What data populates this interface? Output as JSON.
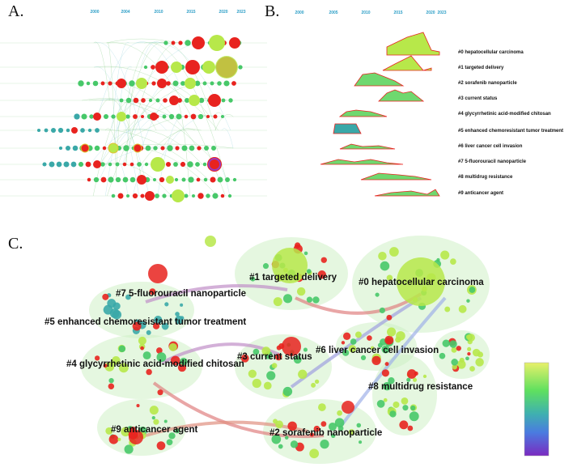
{
  "panels": {
    "a": {
      "label": "A.",
      "years": [
        "2000",
        "2004",
        "2010",
        "2015",
        "2020",
        "2023"
      ]
    },
    "b": {
      "label": "B.",
      "years": [
        "2000",
        "2005",
        "2010",
        "2015",
        "2020",
        "2023"
      ]
    },
    "c": {
      "label": "C."
    }
  },
  "clusters": [
    "#0 hepatocellular carcinoma",
    "#1 targeted delivery",
    "#2 sorafenib nanoparticle",
    "#3 current status",
    "#4 glycyrrhetinic acid-modified chitosan",
    "#5 enhanced chemoresistant tumor treatment",
    "#6 liver cancer cell invasion",
    "#7 5-fluorouracil nanoparticle",
    "#8 multidrug resistance",
    "#9 anticancer agent"
  ],
  "colors": {
    "hot": "#e8231f",
    "lime": "#b7e84a",
    "green": "#47c869",
    "teal": "#3aa8a8",
    "purple": "#9b3bbf",
    "year": "#2e9fc7"
  },
  "legend": {
    "colorbar": "year-gradient"
  }
}
